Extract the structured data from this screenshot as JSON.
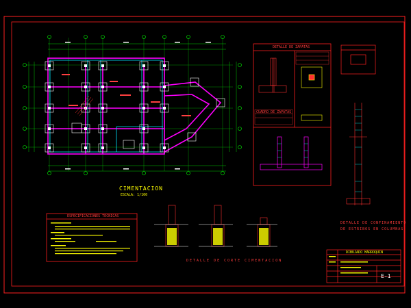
{
  "drawing": {
    "plan_title": "CIMENTACION",
    "plan_scale": "ESCALA: 1/100",
    "zapatas_title": "DETALLE DE ZAPATAS",
    "zapatas_cuadro": "CUADRO DE ZAPATAS",
    "confinamiento_title_line1": "DETALLE DE CONFINAMIENTO",
    "confinamiento_title_line2": "DE ESTRIBOS EN COLUMNAS",
    "corte_title_line1": "DETALLE DE CORTE CIMENTACION",
    "specs_title": "ESPECIFICACIONES TECNICAS",
    "titleblock_project": "DIBUJADO MARROQUIN",
    "sheet_number": "E-1"
  },
  "colors": {
    "background": "#000000",
    "frame": "#ff2020",
    "grid_lines": "#00cc00",
    "walls": "#ff00ff",
    "columns": "#00ffff",
    "text": "#ff3b3b",
    "dimension_text": "#ffffff"
  }
}
